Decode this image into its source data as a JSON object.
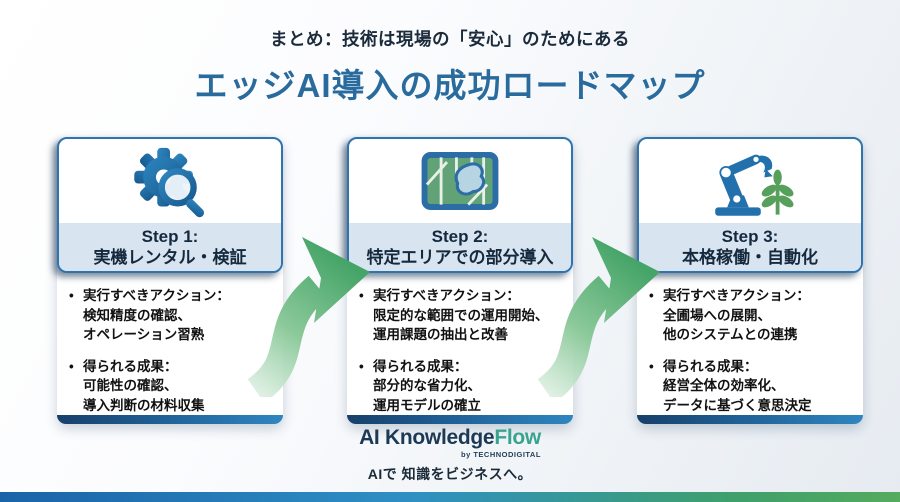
{
  "header": {
    "subtitle": "まとめ：技術は現場の「安心」のためにある",
    "title": "エッジAI導入の成功ロードマップ"
  },
  "ui": {
    "bullet_char": "•",
    "icons": [
      "gear-magnifier-icon",
      "map-area-icon",
      "robot-arm-plant-icon"
    ],
    "arrow_icon": "curved-right-arrow-icon"
  },
  "colors": {
    "title_blue": "#2a6b9e",
    "card_border_blue": "#2e74ae",
    "header_band_blue": "#d8e4f0",
    "arrow_green": "#47a468",
    "logo_navy": "#1c3a55",
    "logo_teal": "#3aa390",
    "strip_gradient": [
      "#16406a",
      "#2f86c0"
    ],
    "bottom_bar_gradient": [
      "#1a63a8",
      "#2f8fc4",
      "#3fa06b",
      "#55ab5e"
    ]
  },
  "cards": [
    {
      "icon": "gear-magnifier-icon",
      "step_label": "Step 1:",
      "step_title": "実機レンタル・検証",
      "bullets": [
        {
          "lines": [
            "実行すべきアクション：",
            "検知精度の確認、",
            "オペレーション習熟"
          ]
        },
        {
          "lines": [
            "得られる成果：",
            "可能性の確認、",
            "導入判断の材料収集"
          ]
        }
      ]
    },
    {
      "icon": "map-area-icon",
      "step_label": "Step 2:",
      "step_title": "特定エリアでの部分導入",
      "bullets": [
        {
          "lines": [
            "実行すべきアクション：",
            "限定的な範囲での運用開始、",
            "運用課題の抽出と改善"
          ]
        },
        {
          "lines": [
            "得られる成果：",
            "部分的な省力化、",
            "運用モデルの確立"
          ]
        }
      ]
    },
    {
      "icon": "robot-arm-plant-icon",
      "step_label": "Step 3:",
      "step_title": "本格稼働・自動化",
      "bullets": [
        {
          "lines": [
            "実行すべきアクション：",
            "全圃場への展開、",
            "他のシステムとの連携"
          ]
        },
        {
          "lines": [
            "得られる成果：",
            "経営全体の効率化、",
            "データに基づく意思決定"
          ]
        }
      ]
    }
  ],
  "footer": {
    "logo_dark": "AI Knowledge",
    "logo_accent": "Flow",
    "logo_by": "by TECHNODIGITAL",
    "tagline": "AIで 知識をビジネスへ。"
  }
}
